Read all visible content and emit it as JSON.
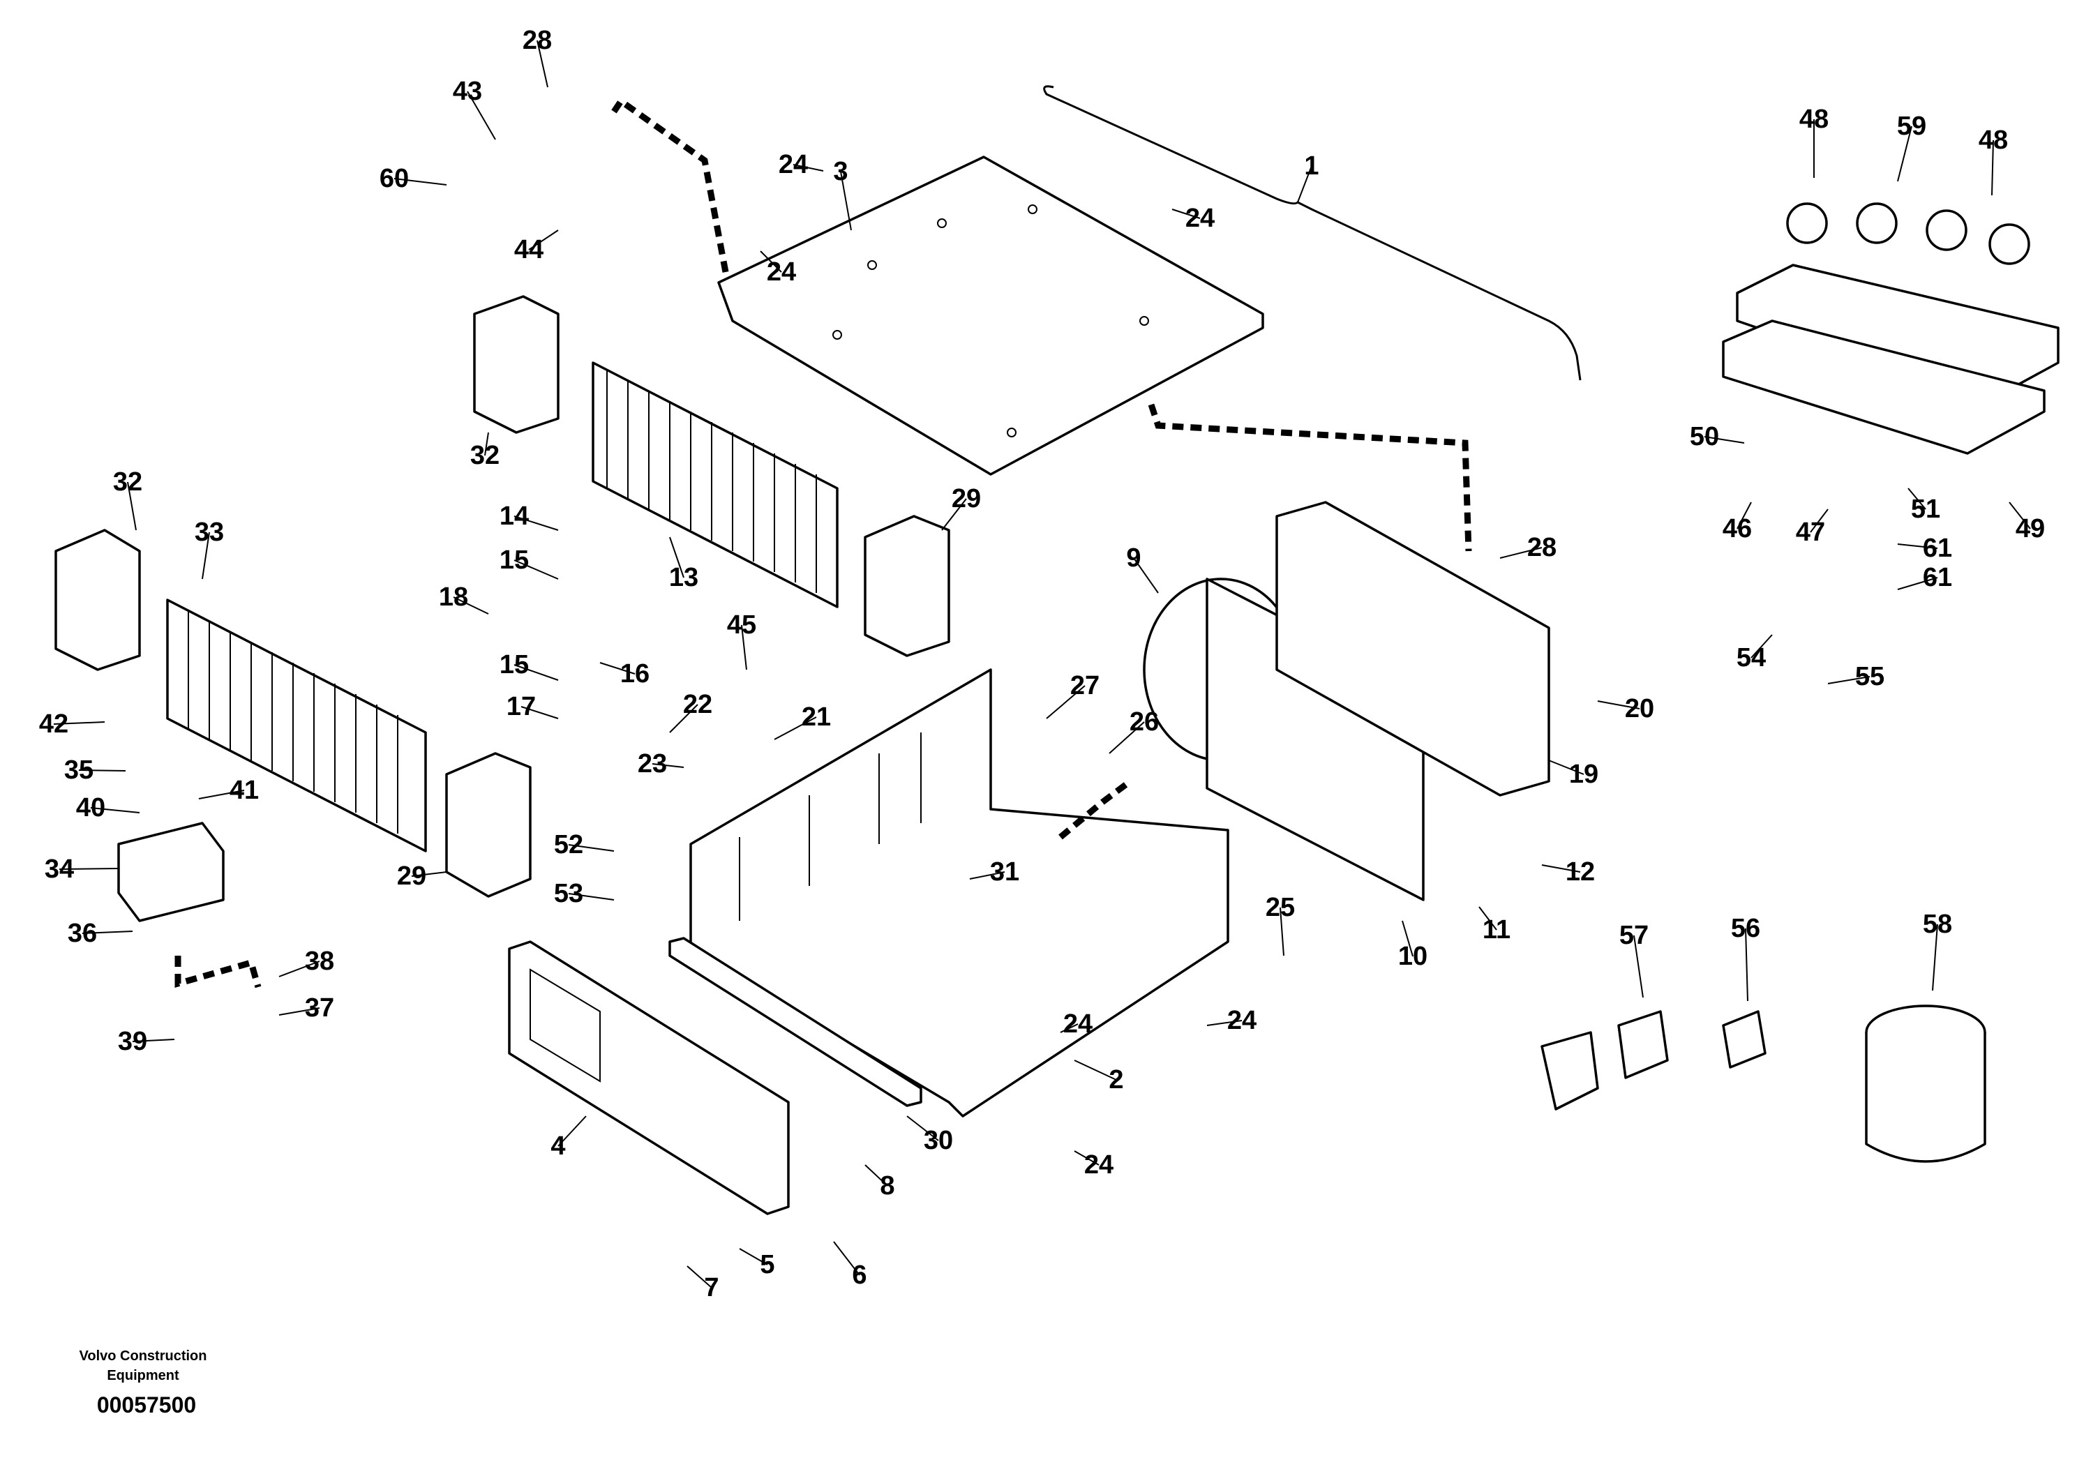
{
  "diagram": {
    "callouts": [
      "1",
      "2",
      "3",
      "4",
      "5",
      "6",
      "7",
      "8",
      "9",
      "10",
      "11",
      "12",
      "13",
      "14",
      "15",
      "15",
      "16",
      "17",
      "18",
      "19",
      "20",
      "21",
      "22",
      "23",
      "24",
      "24",
      "24",
      "24",
      "24",
      "24",
      "25",
      "26",
      "27",
      "28",
      "28",
      "29",
      "29",
      "30",
      "31",
      "32",
      "32",
      "33",
      "34",
      "35",
      "36",
      "37",
      "38",
      "39",
      "40",
      "41",
      "42",
      "43",
      "44",
      "45",
      "46",
      "47",
      "48",
      "48",
      "49",
      "50",
      "51",
      "52",
      "53",
      "54",
      "55",
      "56",
      "57",
      "58",
      "59",
      "60",
      "61",
      "61"
    ]
  },
  "footer": {
    "company_line1": "Volvo Construction",
    "company_line2": "Equipment",
    "drawing_number": "00057500"
  }
}
